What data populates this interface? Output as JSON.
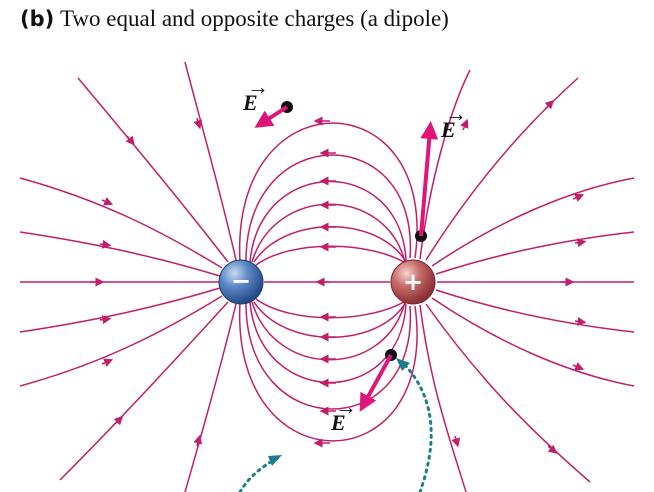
{
  "caption": {
    "label": "(b)",
    "text": "Two equal and opposite charges (a dipole)"
  },
  "charges": {
    "negative_symbol": "−",
    "positive_symbol": "+",
    "negative_color": "#3d6db0",
    "positive_color": "#b84a4e"
  },
  "field": {
    "line_color": "#c21f6b",
    "vector_color": "#e0157a",
    "vector_label": "E",
    "vector_arrow": "→"
  }
}
